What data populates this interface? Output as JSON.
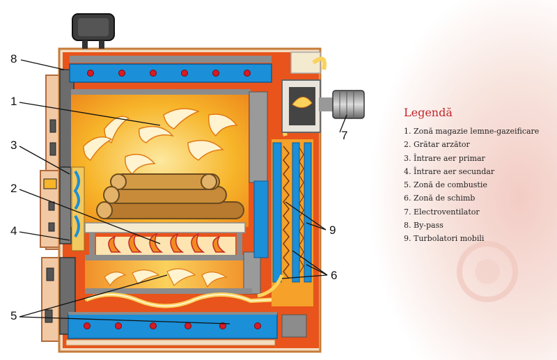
{
  "legend": {
    "title": "Legendă",
    "items": [
      "1. Zonă magazie lemne-gazeificare",
      "2. Grătar arzător",
      "3. Întrare aer primar",
      "4. Întrare aer secundar",
      "5. Zonă de combustie",
      "6. Zonă de schimb",
      "7. Electroventilator",
      "8. By-pass",
      "9. Turbolatori mobili"
    ]
  },
  "callouts": {
    "n1": "1",
    "n2": "2",
    "n3": "3",
    "n4": "4",
    "n5": "5",
    "n6": "6",
    "n7": "7",
    "n8": "8",
    "n9": "9"
  },
  "colors": {
    "accent_red": "#c0262c",
    "shell_orange": "#e8541b",
    "fire_yellow": "#f7b52a",
    "water_blue": "#1b8fd8",
    "steel_grey": "#8c8c8c"
  }
}
